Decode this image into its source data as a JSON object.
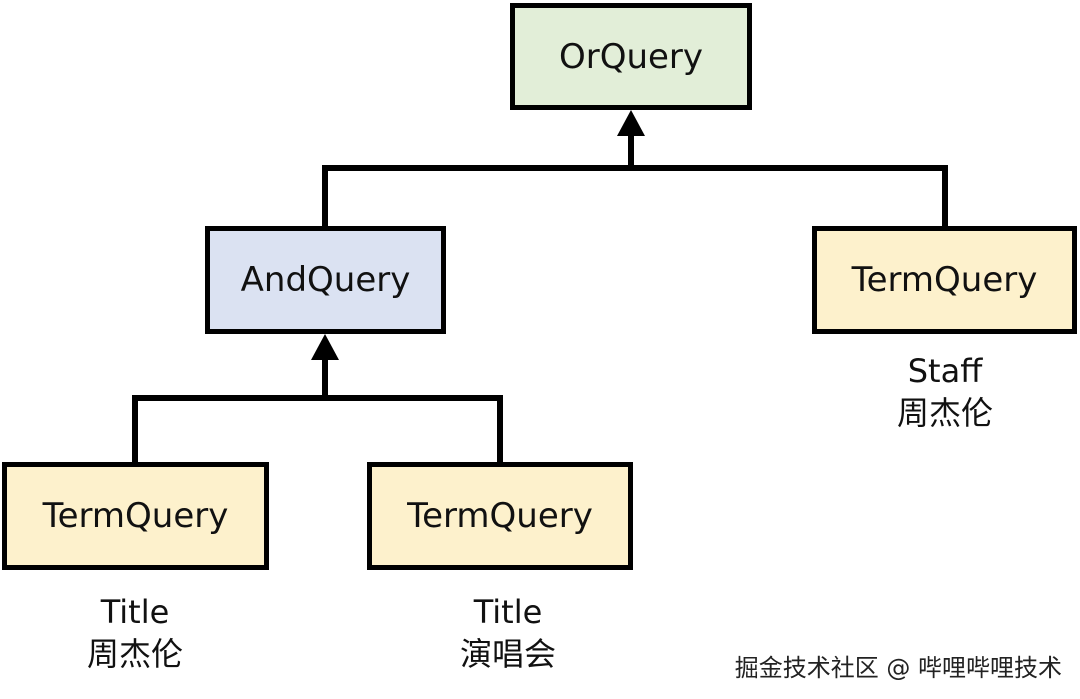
{
  "nodes": {
    "or_query": {
      "label": "OrQuery",
      "fill": "#e2eed8"
    },
    "and_query": {
      "label": "AndQuery",
      "fill": "#dbe2f2"
    },
    "term_staff": {
      "label": "TermQuery",
      "fill": "#fdf1cc",
      "field": "Staff",
      "value": "周杰伦"
    },
    "term_title_1": {
      "label": "TermQuery",
      "fill": "#fdf1cc",
      "field": "Title",
      "value": "周杰伦"
    },
    "term_title_2": {
      "label": "TermQuery",
      "fill": "#fdf1cc",
      "field": "Title",
      "value": "演唱会"
    }
  },
  "watermark": "掘金技术社区 @ 哔哩哔哩技术"
}
